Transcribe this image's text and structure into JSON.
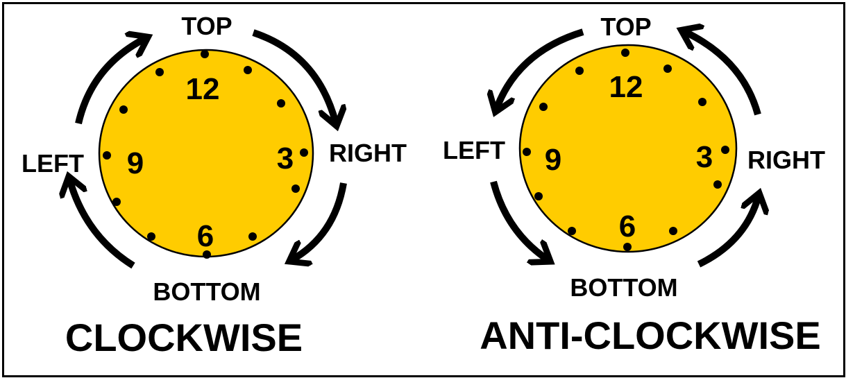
{
  "colors": {
    "face": "#ffcc00",
    "ink": "#000000",
    "background": "#ffffff"
  },
  "diagrams": [
    {
      "title": "CLOCKWISE",
      "direction": "clockwise",
      "labels": {
        "top": "TOP",
        "right": "RIGHT",
        "bottom": "BOTTOM",
        "left": "LEFT"
      },
      "numbers": {
        "n12": "12",
        "n3": "3",
        "n6": "6",
        "n9": "9"
      },
      "arrows": [
        "left-to-top",
        "top-to-right",
        "right-to-bottom",
        "bottom-to-left"
      ]
    },
    {
      "title": "ANTI-CLOCKWISE",
      "direction": "anti-clockwise",
      "labels": {
        "top": "TOP",
        "right": "RIGHT",
        "bottom": "BOTTOM",
        "left": "LEFT"
      },
      "numbers": {
        "n12": "12",
        "n3": "3",
        "n6": "6",
        "n9": "9"
      },
      "arrows": [
        "top-to-left",
        "left-to-bottom",
        "bottom-to-right",
        "right-to-top"
      ]
    }
  ]
}
